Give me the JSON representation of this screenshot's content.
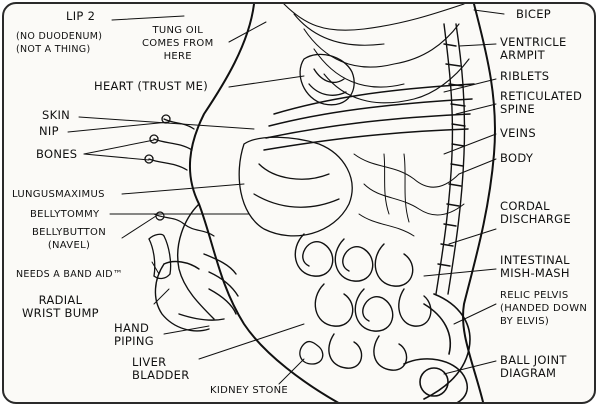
{
  "labels": {
    "lip": "LIP 2",
    "no_duodenum": "(NO DUODENUM)\n(NOT A THING)",
    "tung_oil": "TUNG OIL\nCOMES FROM\nHERE",
    "bicep": "BICEP",
    "ventricle_armpit": "VENTRICLE\nARMPIT",
    "heart": "HEART (TRUST ME)",
    "riblets": "RIBLETS",
    "reticulated_spine": "RETICULATED\nSPINE",
    "skin": "SKIN",
    "nip": "NIP",
    "bones": "BONES",
    "veins": "VEINS",
    "body": "BODY",
    "lungus_maximus": "LUNGUSMAXIMUS",
    "bellytommy": "BELLYTOMMY",
    "bellybutton": "BELLYBUTTON\n(NAVEL)",
    "cordal_discharge": "CORDAL\nDISCHARGE",
    "needs_band_aid": "NEEDS A BAND AID™",
    "intestinal_mish_mash": "INTESTINAL\nMISH-MASH",
    "radial_wrist_bump": "RADIAL\nWRIST BUMP",
    "relic_pelvis": "RELIC PELVIS\n(HANDED DOWN\nBY ELVIS)",
    "hand_piping": "HAND\nPIPING",
    "liver_bladder": "LIVER\nBLADDER",
    "kidney_stone": "KIDNEY STONE",
    "ball_joint_diagram": "BALL JOINT\nDIAGRAM"
  },
  "colors": {
    "ink": "#111111",
    "paper": "#fbfaf7",
    "frame": "#2a2a2a"
  }
}
